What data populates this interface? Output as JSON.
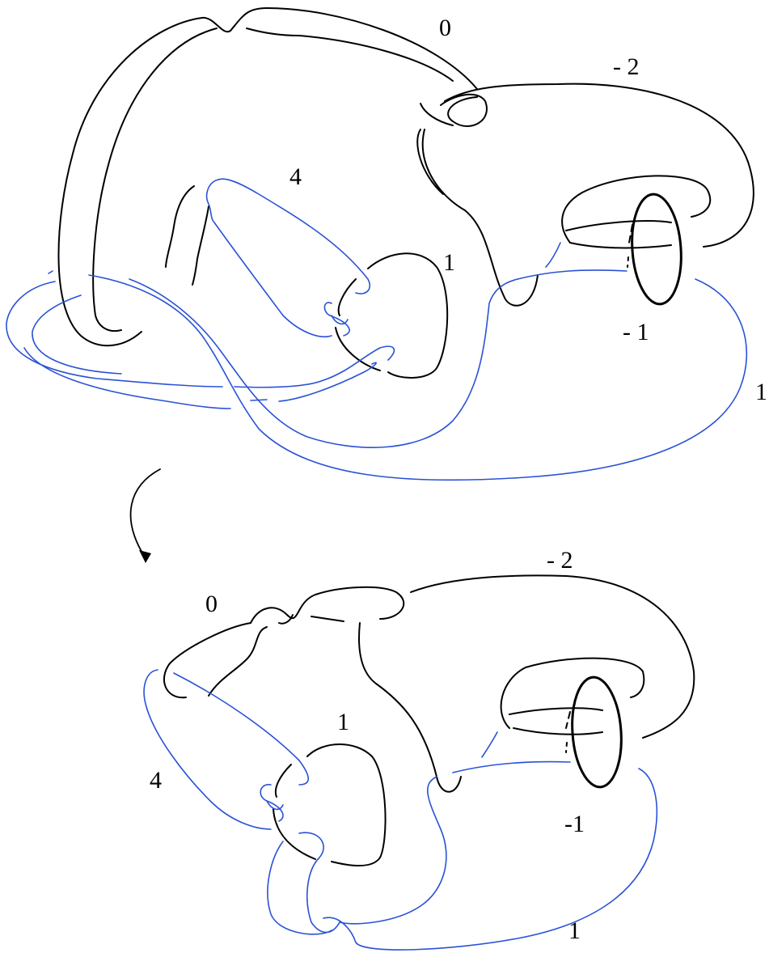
{
  "colors": {
    "black_strands": "#000000",
    "blue_strands": "#2a52d6"
  },
  "top_diagram": {
    "labels": {
      "zero": "0",
      "minus_two": "- 2",
      "four": "4",
      "one_inner": "1",
      "minus_one": "- 1",
      "one_outer": "1"
    }
  },
  "bottom_diagram": {
    "labels": {
      "zero": "0",
      "minus_two": "- 2",
      "four": "4",
      "one_inner": "1",
      "minus_one": "-1",
      "one_outer": "1"
    }
  },
  "arrow": {
    "icon": "curved-arrow-down-icon"
  }
}
